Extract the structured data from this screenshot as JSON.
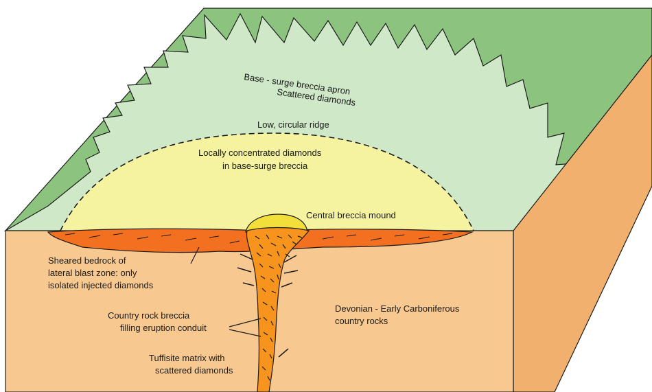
{
  "colors": {
    "background": "#ffffff",
    "outer_green": "#8cc47f",
    "apron_green": "#cfe8c8",
    "inner_yellow": "#f5f3a0",
    "mound_yellow": "#f2df3a",
    "country_rock": "#f7c990",
    "block_side": "#f1b06e",
    "breccia_orange": "#f7941d",
    "sheared_orange": "#f37021",
    "outline": "#1a1a1a"
  },
  "labels": {
    "apron_line1": "Base - surge breccia apron",
    "apron_line2": "Scattered diamonds",
    "ridge": "Low, circular ridge",
    "concentrated_line1": "Locally concentrated diamonds",
    "concentrated_line2": "in base-surge breccia",
    "mound": "Central breccia mound",
    "sheared_line1": "Sheared bedrock of",
    "sheared_line2": "lateral blast zone: only",
    "sheared_line3": "isolated injected diamonds",
    "devonian_line1": "Devonian - Early Carboniferous",
    "devonian_line2": "country rocks",
    "conduit_line1": "Country rock breccia",
    "conduit_line2": "filling eruption conduit",
    "tuffisite_line1": "Tuffisite matrix with",
    "tuffisite_line2": "scattered diamonds"
  }
}
